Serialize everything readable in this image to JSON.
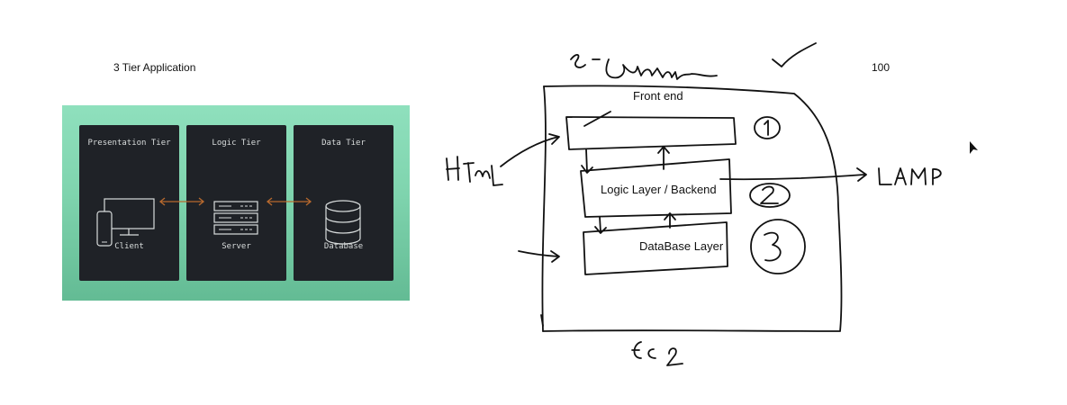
{
  "header": {
    "title": "3 Tier Application",
    "count": "100"
  },
  "tiers": [
    {
      "heading": "Presentation Tier",
      "footer": "Client",
      "icon": "devices-icon"
    },
    {
      "heading": "Logic Tier",
      "footer": "Server",
      "icon": "server-icon"
    },
    {
      "heading": "Data Tier",
      "footer": "Database",
      "icon": "database-icon"
    }
  ],
  "sketch": {
    "top_label": "e-Commerce",
    "frontend": "Front end",
    "logic": "Logic Layer / Backend",
    "database": "DataBase Layer",
    "left_label": "HTML",
    "right_label": "LAMP",
    "bottom_label": "Ec2",
    "numbers": [
      "1",
      "2",
      "3"
    ]
  },
  "colors": {
    "panel": "#7fd4ae",
    "card": "#1f2227",
    "arrow": "#b86a2e"
  }
}
